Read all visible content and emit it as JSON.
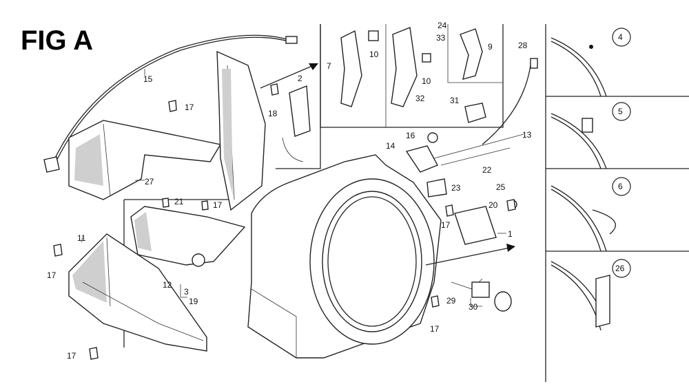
{
  "title": "FIG A",
  "callouts": {
    "c1": "1",
    "c2": "2",
    "c3": "3",
    "c4": "4",
    "c5": "5",
    "c6": "6",
    "c7": "7",
    "c9": "9",
    "c10a": "10",
    "c10b": "10",
    "c11": "11",
    "c12": "12",
    "c13": "13",
    "c14": "14",
    "c15": "15",
    "c16": "16",
    "c17a": "17",
    "c17b": "17",
    "c17c": "17",
    "c17d": "17",
    "c17e": "17",
    "c17f": "17",
    "c18": "18",
    "c19": "19",
    "c20": "20",
    "c21": "21",
    "c22": "22",
    "c23": "23",
    "c24": "24",
    "c25": "25",
    "c26": "26",
    "c27": "27",
    "c28": "28",
    "c29": "29",
    "c30": "30",
    "c31": "31",
    "c32": "32",
    "c33": "33"
  }
}
